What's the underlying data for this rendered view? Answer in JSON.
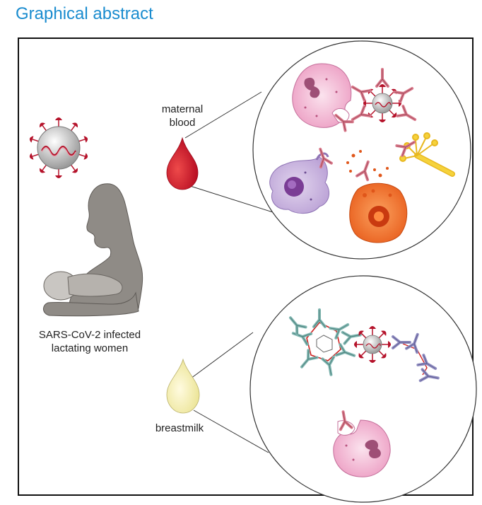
{
  "header": {
    "title": "Graphical abstract"
  },
  "labels": {
    "maternal_blood_line1": "maternal",
    "maternal_blood_line2": "blood",
    "breastmilk": "breastmilk",
    "women_line1": "SARS-CoV-2 infected",
    "women_line2": "lactating women"
  },
  "colors": {
    "title": "#1a8ccf",
    "blood_drop": "#c8102e",
    "milk_drop": "#f3efb0",
    "virus_spike": "#b5122a",
    "neutrophil": "#f2b8d4",
    "macrophage": "#c9b4de",
    "nk_cell": "#f07a32",
    "complement": "#f5d23c",
    "antibody_red": "#d9788a",
    "antibody_teal": "#7fb5b0",
    "antibody_violet": "#8f8cc0",
    "silhouette": "#8f8b86"
  },
  "icons": [
    "sars-cov-2-virus-icon",
    "mother-silhouette-icon",
    "blood-drop-icon",
    "breastmilk-drop-icon",
    "neutrophil-icon",
    "macrophage-icon",
    "nk-cell-icon",
    "complement-icon",
    "antibody-icon",
    "secretory-iga-icon"
  ]
}
